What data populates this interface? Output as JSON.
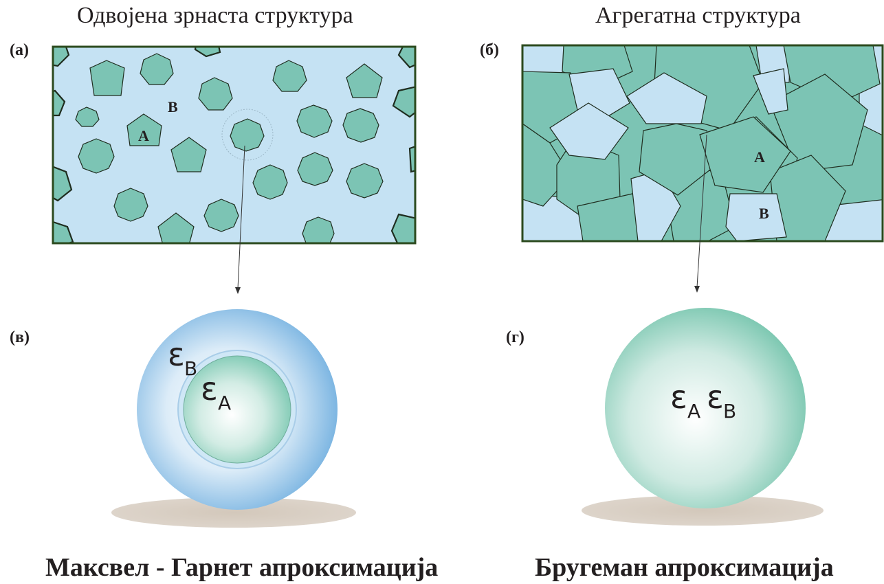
{
  "left_panel": {
    "heading": "Одвојена зрнаста структура",
    "letter_top": "(а)",
    "letter_bottom": "(в)",
    "label_a": "A",
    "label_b": "B",
    "epsilon_outer": "ε",
    "epsilon_outer_sub": "B",
    "epsilon_inner": "ε",
    "epsilon_inner_sub": "A",
    "caption": "Максвел - Гарнет апроксимација"
  },
  "right_panel": {
    "heading": "Агрегатна структура",
    "letter_top": "(б)",
    "letter_bottom": "(г)",
    "label_a": "A",
    "label_b": "B",
    "epsilon_1": "ε",
    "epsilon_1_sub": "A",
    "epsilon_2": "ε",
    "epsilon_2_sub": "B",
    "caption": "Бругеман апроксимација"
  },
  "colors": {
    "grain": "#7cc4b4",
    "host": "#c5e2f3",
    "frame": "#2b4a1e",
    "sphere_outer": "#8cc4e8",
    "sphere_inner": "#7fcab4",
    "shadow": "#d9cfc4"
  }
}
